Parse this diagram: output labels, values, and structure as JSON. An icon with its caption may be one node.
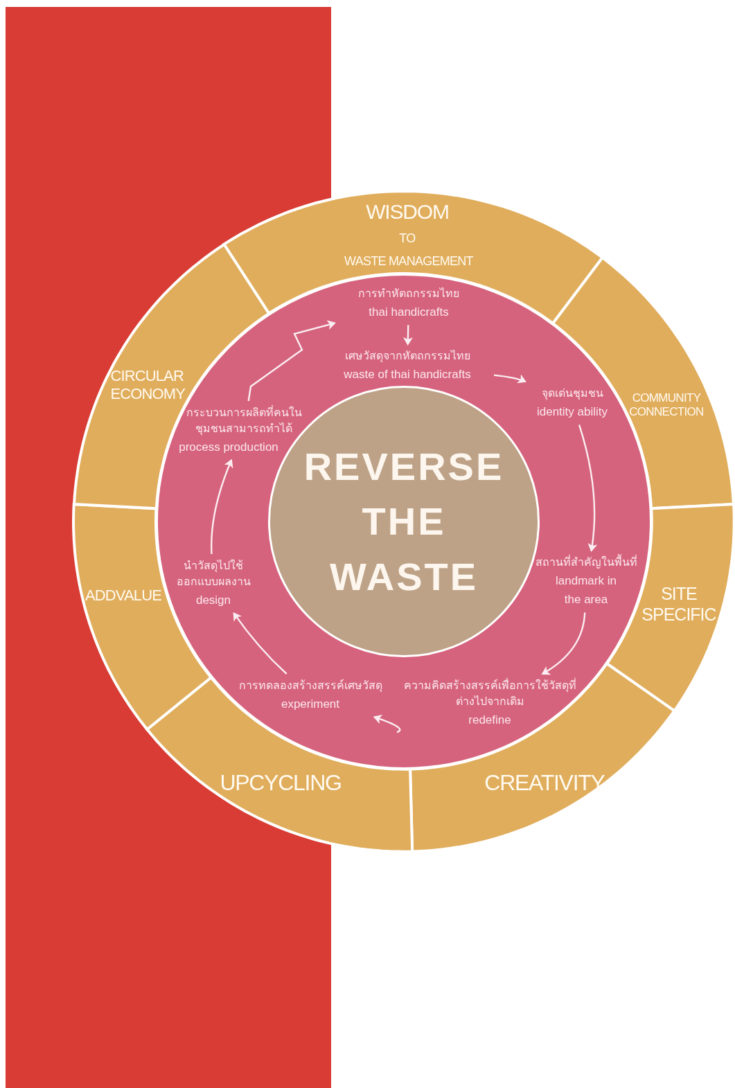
{
  "diagram": {
    "nodes": [
      {
        "text": [
          "WISDOM",
          "TO",
          "WASTE MANAGEMENT"
        ]
      },
      {
        "text": [
          "COMMUNITY CONNECTION"
        ]
      },
      {
        "text": [
          "SITE SPECIFIC"
        ]
      },
      {
        "text": [
          "CREATIVITY"
        ]
      },
      {
        "text": [
          "UPCYCLING"
        ]
      },
      {
        "text": [
          "ADDVALUE"
        ]
      },
      {
        "text": [
          "CIRCULAR ECONOMY"
        ]
      },
      {
        "text": [],
        "shape": "circle"
      },
      {
        "text": [
          "การทำหัตถกรรมไทย",
          "thai handicrafts"
        ],
        "in": 7
      },
      {
        "text": [
          "เศษวัสดุจากหัตถกรรมไทย",
          "waste of thai handicrafts"
        ],
        "in": 7
      },
      {
        "text": [
          "จุดเด่นชุมชน",
          "identity ability"
        ],
        "in": 7
      },
      {
        "text": [
          "สถานที่สำคัญในพื้นที่",
          "landmark in the area"
        ],
        "in": 7
      },
      {
        "text": [
          "ความคิดสร้างสรรค์เพื่อการใช้วัสดุที่ต่างไปจากเดิม",
          "redefine"
        ],
        "in": 7
      },
      {
        "text": [
          "การทดลองสร้างสรรค์เศษวัสดุ",
          "experiment"
        ],
        "in": 7
      },
      {
        "text": [
          "นำวัสดุไปใช้ออกแบบผลงาน",
          "design"
        ],
        "in": 7
      },
      {
        "text": [
          "กระบวนการผลิตที่คนในชุมชนสามารถทำได้",
          "process production"
        ],
        "in": 7
      },
      {
        "text": [
          "REVERSE THE WASTE"
        ],
        "in": 7
      }
    ],
    "edges": [
      {
        "from": 8,
        "to": 9,
        "arrow": "to"
      },
      {
        "from": 9,
        "to": 10,
        "arrow": "to"
      },
      {
        "from": 10,
        "to": 11,
        "arrow": "to"
      },
      {
        "from": 11,
        "to": 12,
        "arrow": "to"
      },
      {
        "from": 12,
        "to": 13,
        "arrow": "to"
      },
      {
        "from": 13,
        "to": 14,
        "arrow": "to"
      },
      {
        "from": 14,
        "to": 15,
        "arrow": "to"
      },
      {
        "from": 15,
        "to": 8,
        "arrow": "to"
      }
    ]
  }
}
